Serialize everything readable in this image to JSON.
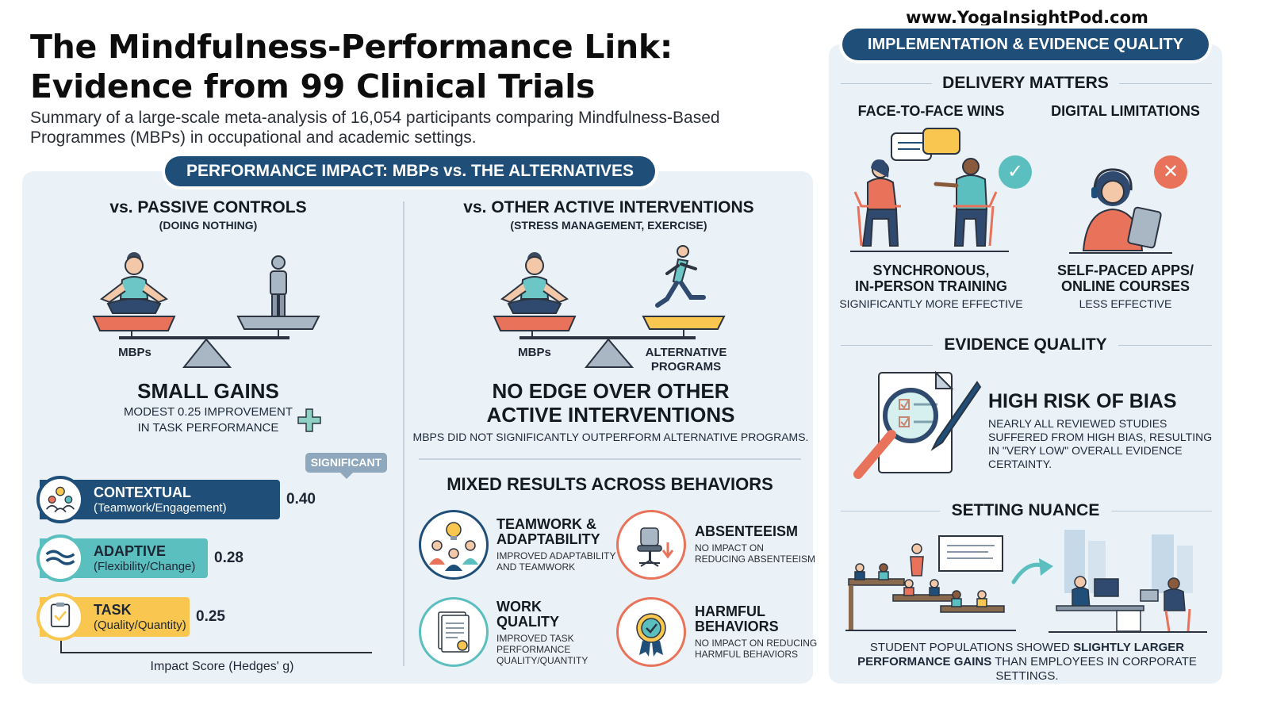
{
  "header": {
    "title_line1": "The Mindfulness-Performance Link:",
    "title_line2": "Evidence from 99 Clinical Trials",
    "subtitle": "Summary of a large-scale meta-analysis of 16,054 participants comparing Mindfulness-Based Programmes (MBPs) in occupational and academic settings.",
    "url": "www.YogaInsightPod.com"
  },
  "left_panel": {
    "banner": "PERFORMANCE IMPACT: MBPs vs. THE ALTERNATIVES",
    "passive": {
      "heading": "vs. PASSIVE CONTROLS",
      "subheading": "(DOING NOTHING)",
      "scale_label": "MBPs",
      "result_title": "SMALL GAINS",
      "result_line1": "MODEST 0.25 IMPROVEMENT",
      "result_line2": "IN TASK PERFORMANCE",
      "significant_badge": "SIGNIFICANT",
      "axis_label": "Impact Score (Hedges' g)",
      "bars": [
        {
          "name": "CONTEXTUAL",
          "desc": "(Teamwork/Engagement)",
          "value": 0.4,
          "value_label": "0.40",
          "color": "#1f4e79",
          "icon": "team-icon"
        },
        {
          "name": "ADAPTIVE",
          "desc": "(Flexibility/Change)",
          "value": 0.28,
          "value_label": "0.28",
          "color": "#5bbfbf",
          "icon": "wave-icon"
        },
        {
          "name": "TASK",
          "desc": "(Quality/Quantity)",
          "value": 0.25,
          "value_label": "0.25",
          "color": "#f9c74f",
          "icon": "clipboard-icon"
        }
      ]
    },
    "active": {
      "heading": "vs. OTHER ACTIVE INTERVENTIONS",
      "subheading": "(STRESS MANAGEMENT, EXERCISE)",
      "scale_label_left": "MBPs",
      "scale_label_right_line1": "ALTERNATIVE",
      "scale_label_right_line2": "PROGRAMS",
      "result_line1": "NO EDGE OVER OTHER",
      "result_line2": "ACTIVE INTERVENTIONS",
      "result_desc": "MBPs DID NOT SIGNIFICANTLY OUTPERFORM ALTERNATIVE PROGRAMS."
    },
    "behaviors": {
      "heading": "MIXED RESULTS ACROSS BEHAVIORS",
      "items": [
        {
          "title_line1": "TEAMWORK &",
          "title_line2": "ADAPTABILITY",
          "desc_line1": "IMPROVED ADAPTABILITY",
          "desc_line2": "AND TEAMWORK",
          "desc_line3": "",
          "icon": "lightbulb-team-icon",
          "color": "#1f4e79"
        },
        {
          "title_line1": "ABSENTEEISM",
          "title_line2": "",
          "desc_line1": "NO IMPACT ON",
          "desc_line2": "REDUCING ABSENTEEISM",
          "desc_line3": "",
          "icon": "empty-chair-icon",
          "color": "#e8735a"
        },
        {
          "title_line1": "WORK",
          "title_line2": "QUALITY",
          "desc_line1": "IMPROVED TASK",
          "desc_line2": "PERFORMANCE",
          "desc_line3": "QUALITY/QUANTITY",
          "icon": "document-icon",
          "color": "#5bbfbf"
        },
        {
          "title_line1": "HARMFUL",
          "title_line2": "BEHAVIORS",
          "desc_line1": "NO IMPACT ON REDUCING",
          "desc_line2": "HARMFUL BEHAVIORS",
          "desc_line3": "",
          "icon": "badge-check-icon",
          "color": "#e8735a"
        }
      ]
    }
  },
  "right_panel": {
    "banner": "IMPLEMENTATION & EVIDENCE QUALITY",
    "delivery": {
      "heading": "DELIVERY MATTERS",
      "face_heading": "FACE-TO-FACE WINS",
      "face_title_line1": "SYNCHRONOUS,",
      "face_title_line2": "IN-PERSON TRAINING",
      "face_desc": "SIGNIFICANTLY MORE EFFECTIVE",
      "digital_heading": "DIGITAL LIMITATIONS",
      "digital_title_line1": "SELF-PACED APPS/",
      "digital_title_line2": "ONLINE COURSES",
      "digital_desc": "LESS EFFECTIVE",
      "check_glyph": "✓",
      "cross_glyph": "✕"
    },
    "evidence": {
      "heading": "EVIDENCE QUALITY",
      "title": "HIGH RISK OF BIAS",
      "desc": "NEARLY ALL REVIEWED STUDIES SUFFERED FROM HIGH BIAS, RESULTING IN \"VERY LOW\" OVERALL EVIDENCE CERTAINTY."
    },
    "setting": {
      "heading": "SETTING NUANCE",
      "text_part1": "STUDENT POPULATIONS SHOWED ",
      "text_bold": "SLIGHTLY LARGER PERFORMANCE GAINS",
      "text_part2": " THAN EMPLOYEES IN CORPORATE SETTINGS."
    }
  },
  "colors": {
    "navy": "#1f4e79",
    "teal": "#5bbfbf",
    "yellow": "#f9c74f",
    "coral": "#e8735a",
    "panel_bg": "#eaf1f7"
  }
}
